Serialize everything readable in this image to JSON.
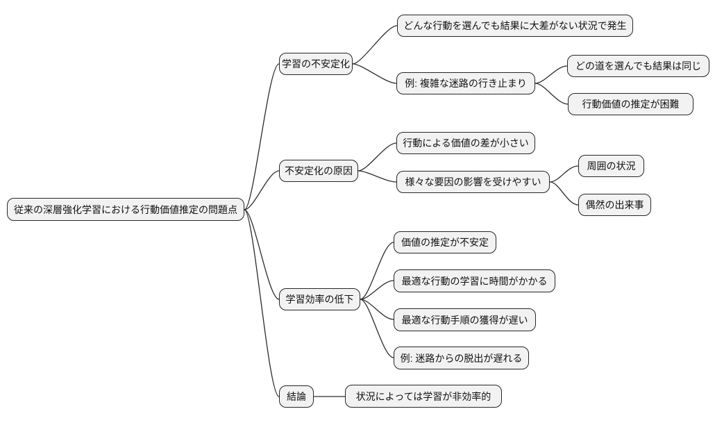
{
  "mindmap": {
    "type": "mindmap",
    "direction": "left-to-right",
    "colors": {
      "background": "#ffffff",
      "node_fill": "#f2f2f2",
      "node_border": "#262626",
      "edge": "#2b2b2b",
      "text": "#111111"
    },
    "outline": {
      "label": "従来の深層強化学習における行動価値推定の問題点",
      "children": [
        {
          "label": "学習の不安定化",
          "children": [
            {
              "label": "どんな行動を選んでも結果に大差がない状況で発生",
              "children": []
            },
            {
              "label": "例: 複雑な迷路の行き止まり",
              "children": [
                {
                  "label": "どの道を選んでも結果は同じ",
                  "children": []
                },
                {
                  "label": "行動価値の推定が困難",
                  "children": []
                }
              ]
            }
          ]
        },
        {
          "label": "不安定化の原因",
          "children": [
            {
              "label": "行動による価値の差が小さい",
              "children": []
            },
            {
              "label": "様々な要因の影響を受けやすい",
              "children": [
                {
                  "label": "周囲の状況",
                  "children": []
                },
                {
                  "label": "偶然の出来事",
                  "children": []
                }
              ]
            }
          ]
        },
        {
          "label": "学習効率の低下",
          "children": [
            {
              "label": "価値の推定が不安定",
              "children": []
            },
            {
              "label": "最適な行動の学習に時間がかかる",
              "children": []
            },
            {
              "label": "最適な行動手順の獲得が遅い",
              "children": []
            },
            {
              "label": "例: 迷路からの脱出が遅れる",
              "children": []
            }
          ]
        },
        {
          "label": "結論",
          "children": [
            {
              "label": "状況によっては学習が非効率的",
              "children": []
            }
          ]
        }
      ]
    }
  }
}
